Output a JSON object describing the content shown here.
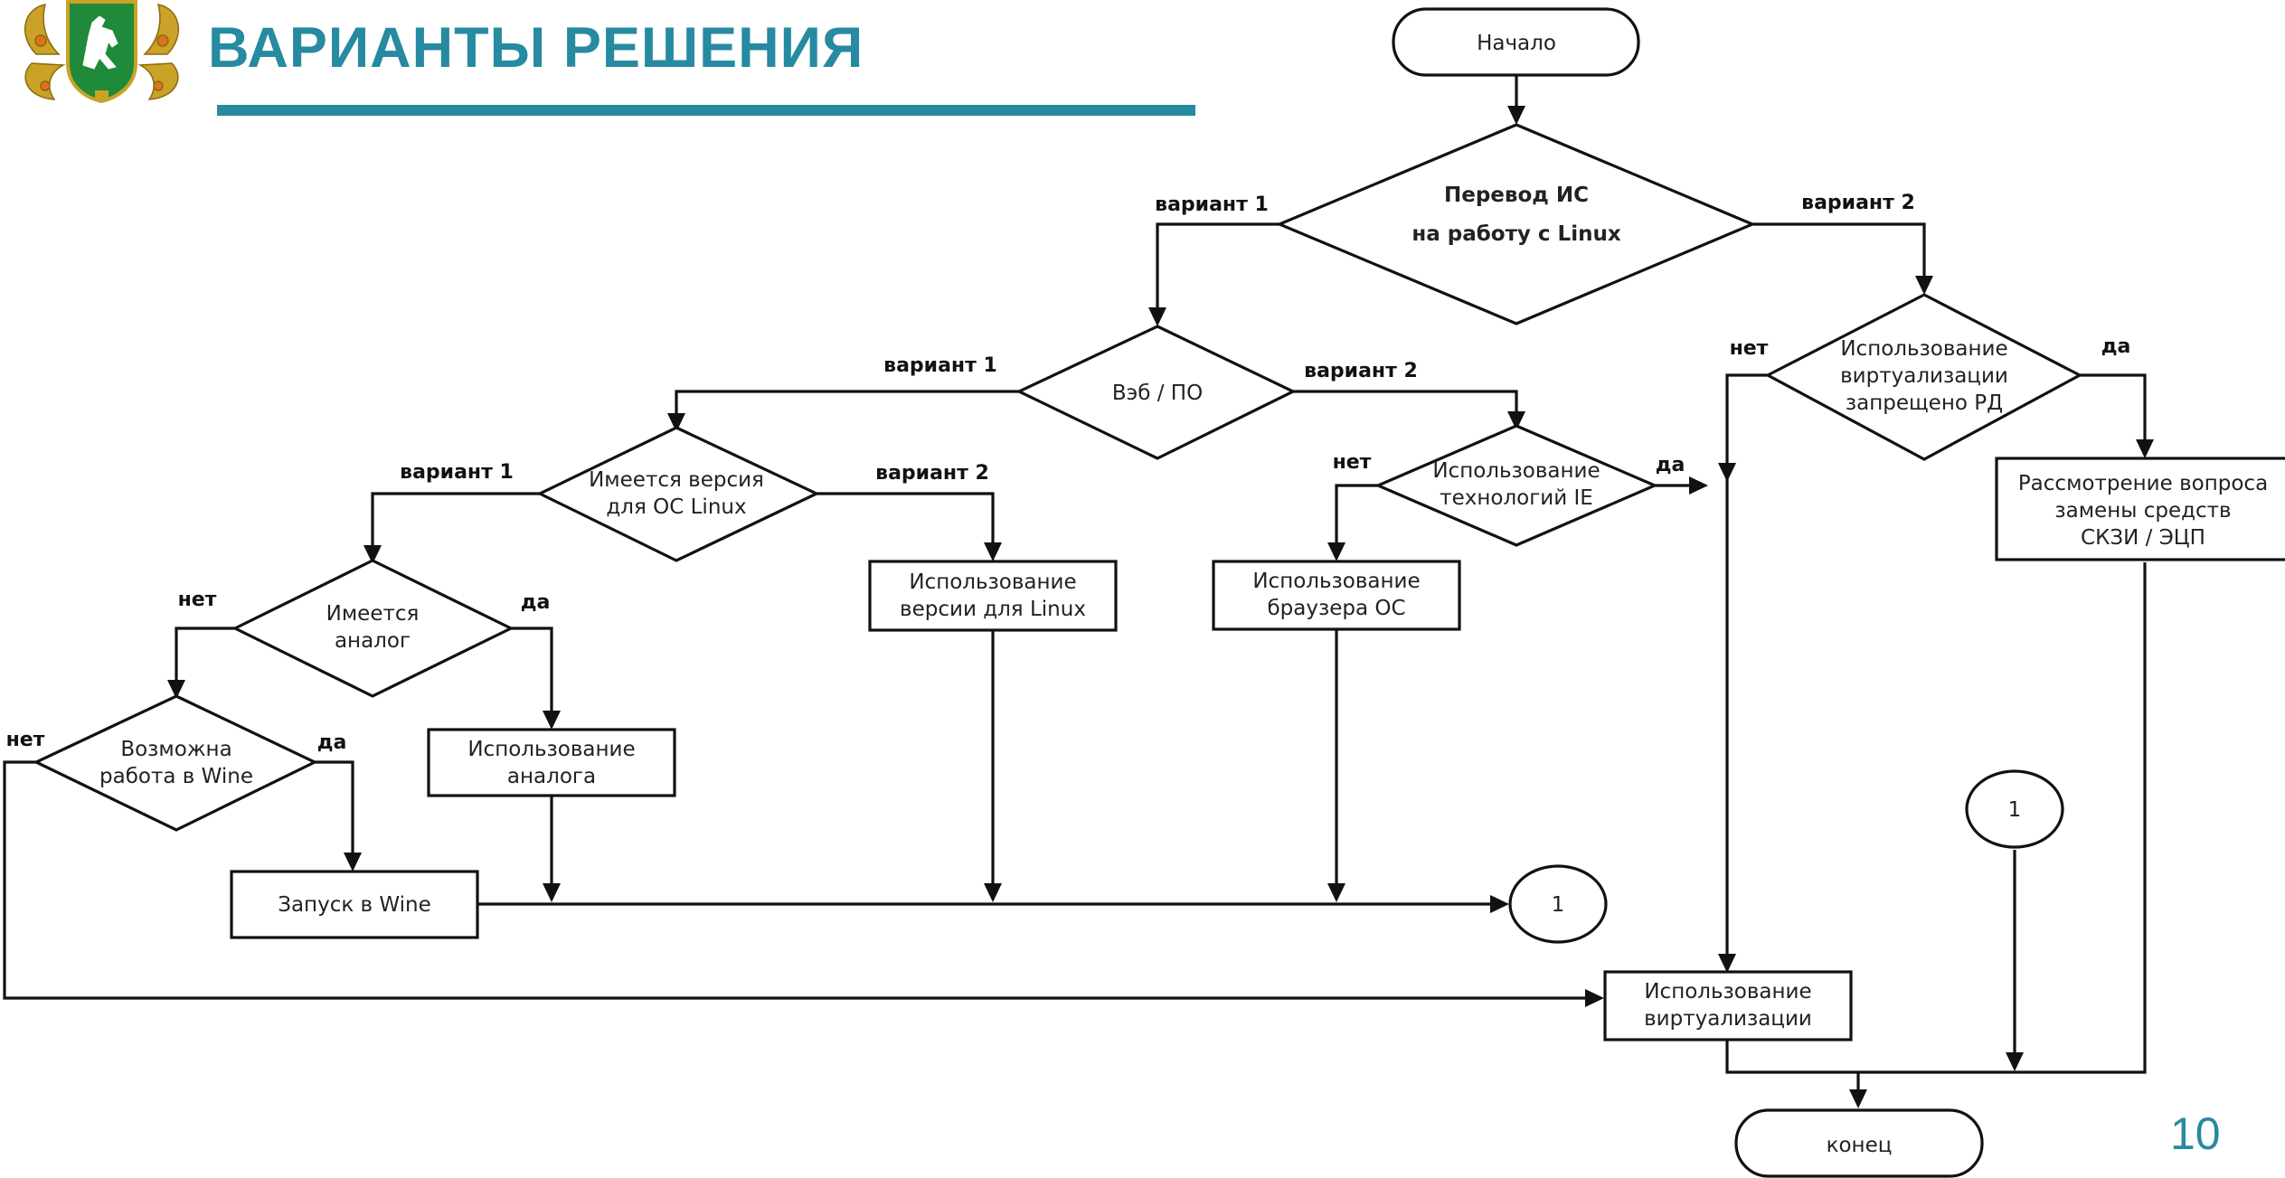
{
  "header": {
    "title": "ВАРИАНТЫ РЕШЕНИЯ",
    "page_number": "10"
  },
  "colors": {
    "accent": "#268aa0",
    "line": "#111111"
  },
  "flowchart": {
    "nodes": {
      "start": "Начало",
      "transfer": [
        "Перевод ИС",
        "на работу с Linux"
      ],
      "web_sw": "Вэб / ПО",
      "linux_version": [
        "Имеется версия",
        "для ОС Linux"
      ],
      "analog_exists": [
        "Имеется",
        "аналог"
      ],
      "wine_possible": [
        "Возможна",
        "работа в Wine"
      ],
      "use_analog": [
        "Использование",
        "аналога"
      ],
      "wine_launch": "Запуск в Wine",
      "use_linux_version": [
        "Использование",
        "версии для Linux"
      ],
      "ie_tech": [
        "Использование",
        "технологий IE"
      ],
      "os_browser": [
        "Использование",
        "браузера ОС"
      ],
      "virt_forbidden": [
        "Использование",
        "виртуализации",
        "запрещено РД"
      ],
      "skzi": [
        "Рассмотрение вопроса",
        "замены средств",
        "СКЗИ / ЭЦП"
      ],
      "use_virt": [
        "Использование",
        "виртуализации"
      ],
      "connector_a": "1",
      "connector_b": "1",
      "end": "конец"
    },
    "labels": {
      "t_v1": "вариант 1",
      "t_v2": "вариант 2",
      "w_v1": "вариант 1",
      "w_v2": "вариант 2",
      "l_v1": "вариант 1",
      "l_v2": "вариант 2",
      "a_no": "нет",
      "a_yes": "да",
      "wine_no": "нет",
      "wine_yes": "да",
      "ie_no": "нет",
      "ie_yes": "да",
      "vf_no": "нет",
      "vf_yes": "да"
    }
  }
}
